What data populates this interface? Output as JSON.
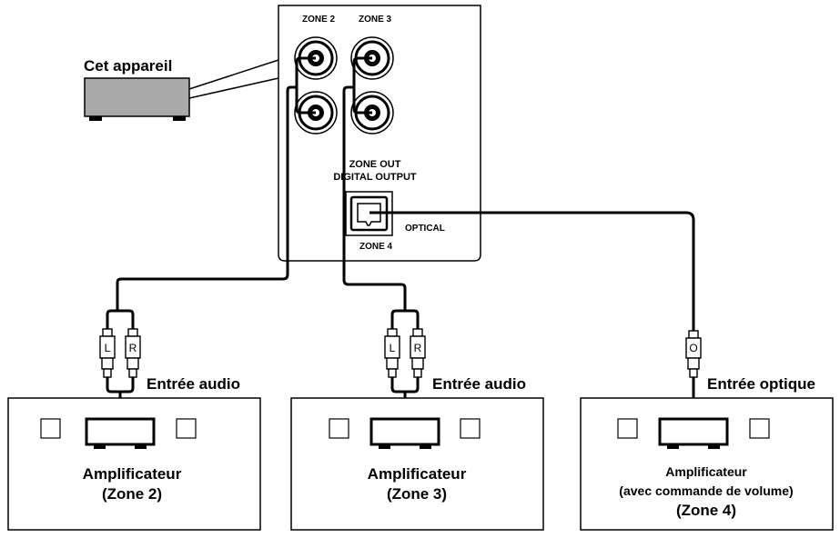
{
  "device": {
    "label": "Cet appareil"
  },
  "panel": {
    "zone2_label": "ZONE 2",
    "zone3_label": "ZONE 3",
    "zone_out_line1": "ZONE OUT",
    "zone_out_line2": "DIGITAL OUTPUT",
    "optical_label": "OPTICAL",
    "zone4_label": "ZONE 4"
  },
  "plugs": {
    "left": "L",
    "right": "R",
    "optical": "O"
  },
  "inputs": {
    "audio1": "Entrée audio",
    "audio2": "Entrée audio",
    "optical": "Entrée optique"
  },
  "amplifiers": [
    {
      "line1": "Amplificateur",
      "line2": "(Zone 2)"
    },
    {
      "line1": "Amplificateur",
      "line2": "(Zone 3)"
    },
    {
      "line1": "Amplificateur",
      "line2": "(avec commande de volume)",
      "line3": "(Zone 4)"
    }
  ]
}
